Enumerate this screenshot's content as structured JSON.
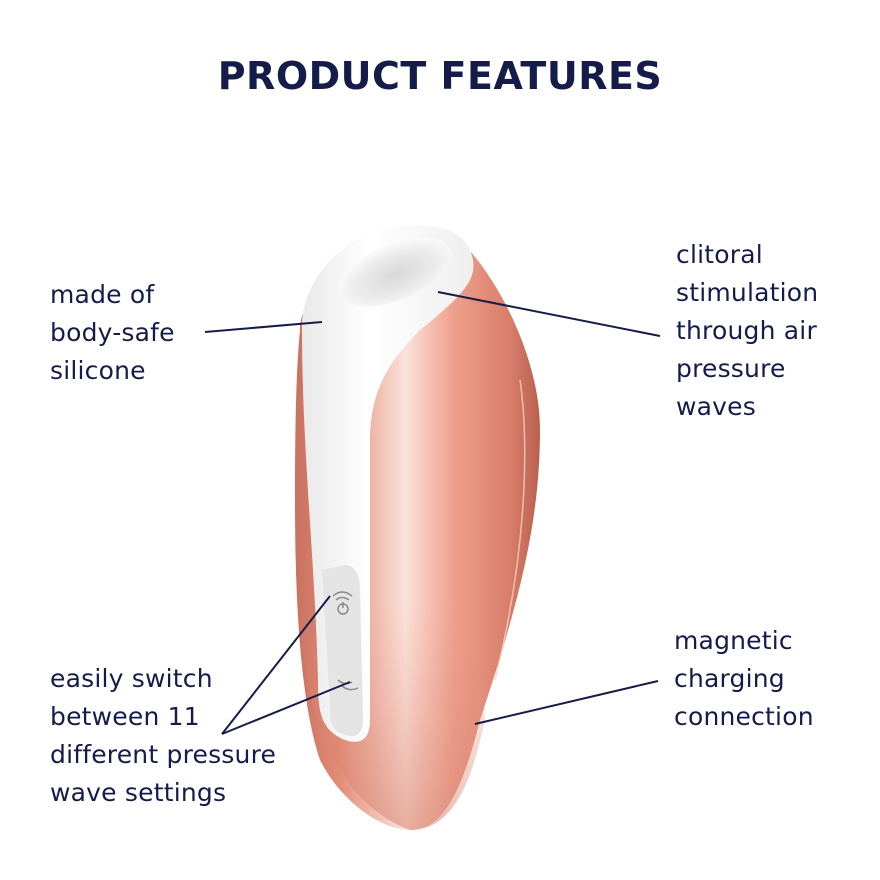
{
  "title": "PRODUCT FEATURES",
  "colors": {
    "text": "#161c4a",
    "leader_line": "#161c4a",
    "body_copper": "#e89a88",
    "body_highlight": "#fbe4dd",
    "body_shadow": "#c9705e",
    "silicone_white": "#f4f4f4",
    "button_panel": "#e6e6e6"
  },
  "features": {
    "silicone": {
      "lines": [
        "made of",
        "body-safe",
        "silicone"
      ]
    },
    "clitoral": {
      "lines": [
        "clitoral",
        "stimulation",
        "through air",
        "pressure",
        "waves"
      ]
    },
    "switch": {
      "lines": [
        "easily switch",
        "between 11",
        "different pressure",
        "wave settings"
      ]
    },
    "charging": {
      "lines": [
        "magnetic",
        "charging",
        "connection"
      ]
    }
  },
  "product": {
    "icons": [
      "power-wave-icon",
      "mode-wave-icon"
    ]
  }
}
